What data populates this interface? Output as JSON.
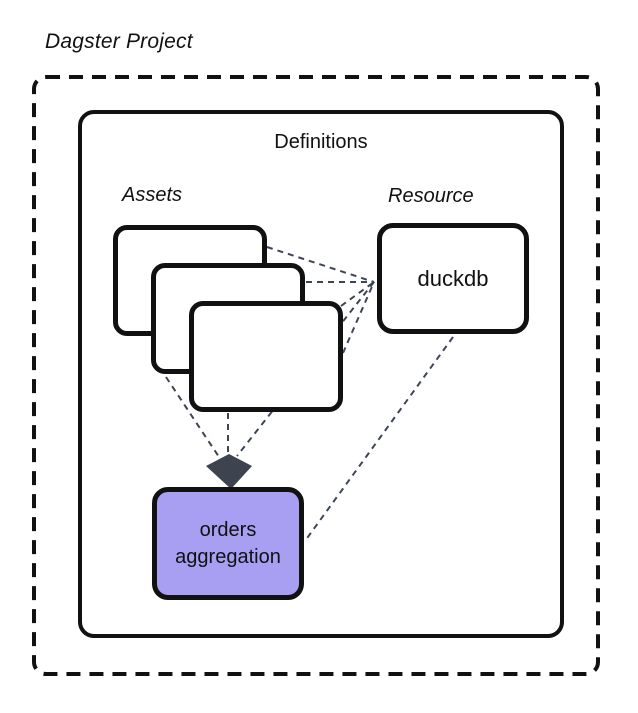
{
  "diagram": {
    "title": "Dagster Project",
    "definitions_label": "Definitions",
    "assets_label": "Assets",
    "resource_label": "Resource",
    "resource_node_label": "duckdb",
    "asset_node_label": "orders aggregation",
    "asset_card_count": 3
  },
  "connections": [
    {
      "from": "asset-card-1",
      "to": "duckdb"
    },
    {
      "from": "asset-card-2",
      "to": "duckdb"
    },
    {
      "from": "asset-card-3",
      "to": "duckdb"
    },
    {
      "from": "asset-cards",
      "to": "orders-aggregation"
    },
    {
      "from": "duckdb",
      "to": "orders-aggregation"
    }
  ],
  "colors": {
    "highlight": "#a89ef2",
    "edge": "#3d4656",
    "arrow": "#3d4450",
    "border": "#111111"
  }
}
